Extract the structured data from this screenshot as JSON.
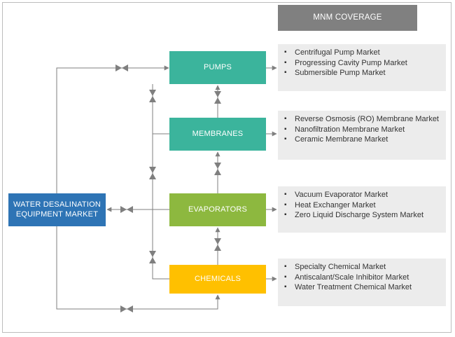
{
  "coverage_label": "MNM COVERAGE",
  "main_label": "WATER DESALINATION EQUIPMENT MARKET",
  "categories": [
    {
      "label": "PUMPS",
      "items": [
        "Centrifugal Pump Market",
        "Progressing Cavity Pump Market",
        "Submersible Pump Market"
      ]
    },
    {
      "label": "MEMBRANES",
      "items": [
        "Reverse Osmosis (RO) Membrane Market",
        "Nanofiltration Membrane Market",
        "Ceramic Membrane Market"
      ]
    },
    {
      "label": "EVAPORATORS",
      "items": [
        "Vacuum Evaporator Market",
        "Heat Exchanger Market",
        "Zero Liquid Discharge System Market"
      ]
    },
    {
      "label": "CHEMICALS",
      "items": [
        "Specialty Chemical Market",
        "Antiscalant/Scale Inhibitor Market",
        "Water Treatment Chemical Market"
      ]
    }
  ],
  "colors": {
    "coverage": "#808080",
    "main": "#2e74b5",
    "pumps": "#3bb49c",
    "membranes": "#3bb49c",
    "evaporators": "#8db83f",
    "chemicals": "#ffc000",
    "panel": "#ececec",
    "connector": "#7f7f7f"
  }
}
